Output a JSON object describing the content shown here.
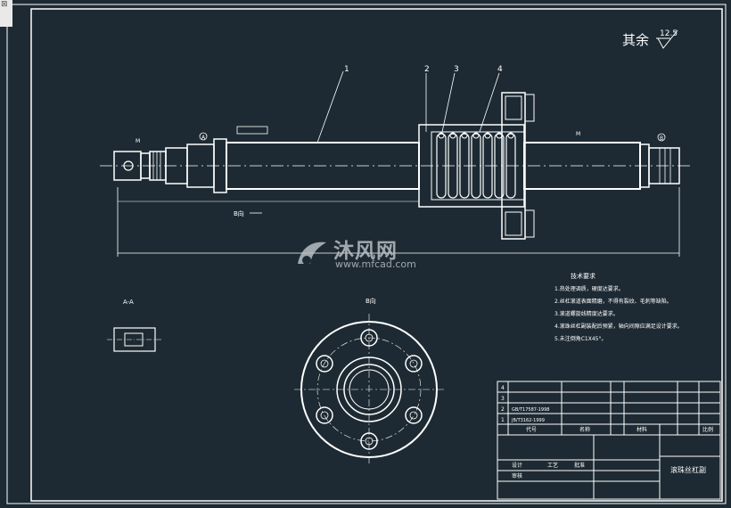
{
  "colors": {
    "background": "#1d2a33",
    "line": "#ffffff",
    "page": "#ffffff"
  },
  "roughness": {
    "label": "其余",
    "value": "12.5"
  },
  "balloons": [
    "1",
    "2",
    "3",
    "4"
  ],
  "view_labels": {
    "section_aa": "A-A",
    "view_b": "B向",
    "b_arrow": "B向"
  },
  "datum_labels": {
    "a": "A",
    "b": "B",
    "m": "M"
  },
  "tech_requirements": {
    "title": "技术要求",
    "items": [
      "1.热处理调质，硬度达要求。",
      "2.丝杠滚道表面精磨，不得有裂纹、毛刺等缺陷。",
      "3.滚道螺旋线精度达要求。",
      "4.滚珠丝杠副装配后预紧，轴向间隙应满足设计要求。",
      "5.未注倒角C1X45°。"
    ]
  },
  "title_block": {
    "drawing_name": "滚珠丝杠副",
    "rows": [
      [
        "4",
        "",
        "",
        ""
      ],
      [
        "3",
        "",
        "",
        ""
      ],
      [
        "2",
        "GB/T17587-1998",
        "",
        ""
      ],
      [
        "1",
        "JB/T3162-1999",
        "",
        ""
      ]
    ],
    "header": [
      "代号",
      "名称",
      "材料",
      "比例"
    ],
    "designer_row": [
      "设计",
      "审核",
      "工艺",
      "批准"
    ]
  },
  "watermark": {
    "brand": "沐风网",
    "url": "www.mfcad.com"
  },
  "corner_mark": "⊠"
}
